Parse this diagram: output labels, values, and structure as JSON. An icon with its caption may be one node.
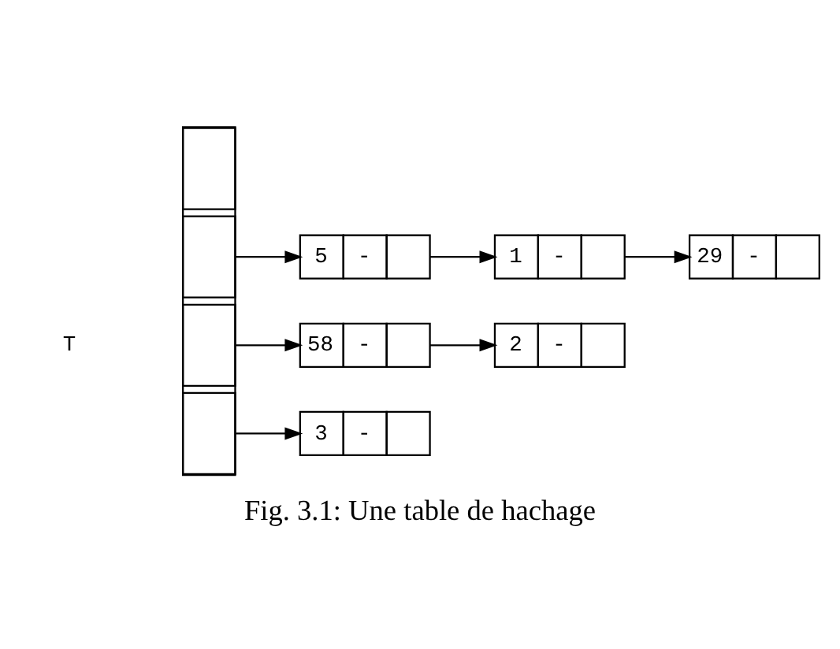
{
  "diagram": {
    "caption": "Fig. 3.1: Une table de hachage",
    "nodes": [
      {
        "text": [],
        "shape": "box"
      },
      {
        "text": [],
        "shape": "box",
        "in": 0
      },
      {
        "text": [],
        "shape": "box",
        "in": 0
      },
      {
        "text": [],
        "shape": "box",
        "in": 0
      },
      {
        "text": [],
        "shape": "box",
        "in": 0
      },
      {
        "text": [
          "5",
          "-"
        ]
      },
      {
        "text": [
          "1",
          "-"
        ]
      },
      {
        "text": [
          "29",
          "-"
        ]
      },
      {
        "text": [
          "58",
          "-"
        ]
      },
      {
        "text": [
          "2",
          "-"
        ]
      },
      {
        "text": [
          "3",
          "-"
        ]
      }
    ],
    "edges": [
      {
        "from": 2,
        "to": 5,
        "arrow": "to"
      },
      {
        "from": 5,
        "to": 6,
        "arrow": "to"
      },
      {
        "from": 6,
        "to": 7,
        "arrow": "to"
      },
      {
        "from": 3,
        "to": 8,
        "arrow": "to"
      },
      {
        "from": 8,
        "to": 9,
        "arrow": "to"
      },
      {
        "from": 4,
        "to": 10,
        "arrow": "to"
      }
    ],
    "labels": [
      "T"
    ]
  }
}
